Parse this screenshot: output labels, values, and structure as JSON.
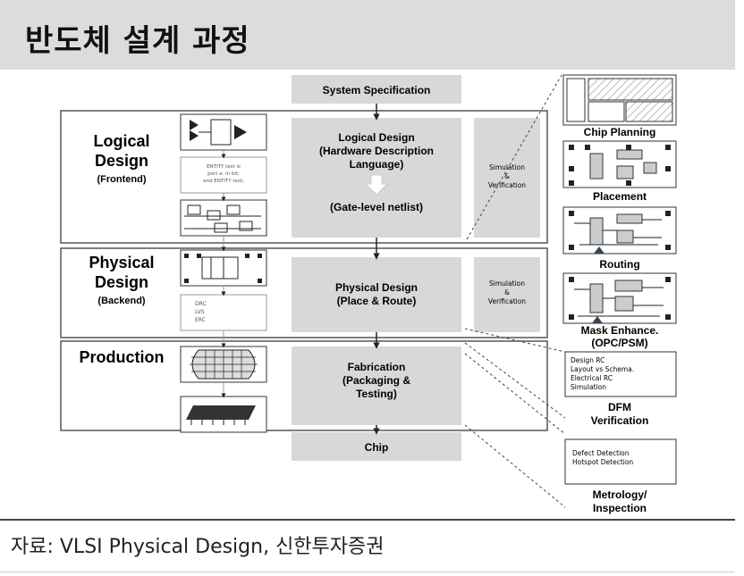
{
  "title": "반도체 설계 과정",
  "source": "자료: VLSI Physical Design, 신한투자증권",
  "stages": {
    "logical": {
      "line1": "Logical",
      "line2": "Design",
      "sub": "(Frontend)"
    },
    "physical": {
      "line1": "Physical",
      "line2": "Design",
      "sub": "(Backend)"
    },
    "production": {
      "line1": "Production"
    }
  },
  "center": {
    "system_spec": "System Specification",
    "logical_design": [
      "Logical Design",
      "(Hardware Description",
      "Language)"
    ],
    "gate_netlist": "(Gate-level netlist)",
    "physical_design": [
      "Physical Design",
      "(Place & Route)"
    ],
    "fabrication": [
      "Fabrication",
      "(Packaging &",
      "Testing)"
    ],
    "chip": "Chip"
  },
  "simulation": {
    "box1": [
      "Simulation",
      "&",
      "Verification"
    ],
    "box2": [
      "Simulation",
      "&",
      "Verification"
    ]
  },
  "left_icons": {
    "code_text": [
      "ENTITY test is",
      "port a: in bit;",
      "end ENTITY test;"
    ],
    "checks": [
      "DRC",
      "LVS",
      "ERC"
    ]
  },
  "right_panel": {
    "chip_planning": "Chip Planning",
    "placement": "Placement",
    "routing": "Routing",
    "mask": [
      "Mask Enhance.",
      "(OPC/PSM)"
    ],
    "dfm_box": [
      "Design  RC",
      "Layout vs Schema.",
      "Electrical  RC",
      "Simulation"
    ],
    "dfm_label": [
      "DFM",
      "Verification"
    ],
    "metrology_box": [
      "Defect Detection",
      "Hotspot Detection"
    ],
    "metrology_label": [
      "Metrology/",
      "Inspection"
    ]
  }
}
